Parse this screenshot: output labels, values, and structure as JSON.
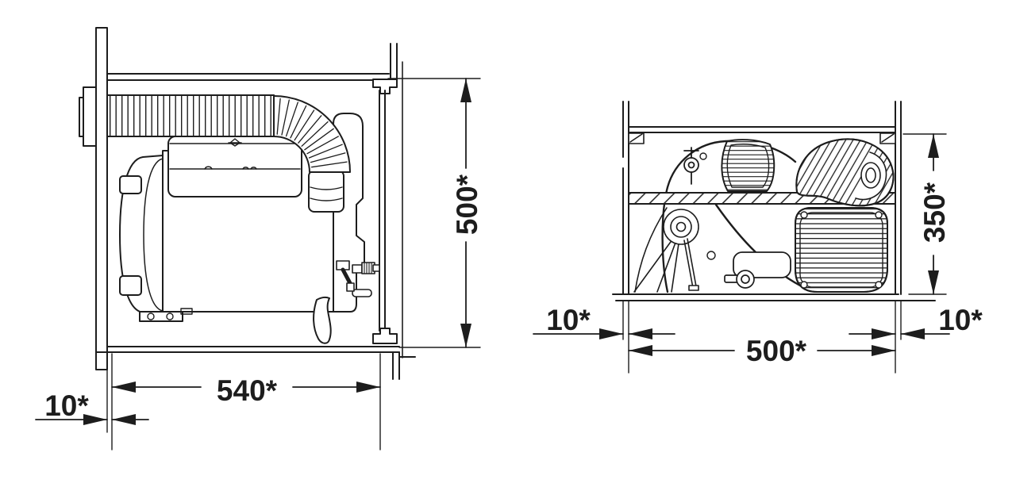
{
  "figure": {
    "type": "technical-installation-drawing",
    "background_color": "#ffffff",
    "line_color": "#1d1d1d",
    "views": 2
  },
  "dimensions": {
    "side_height": "500*",
    "side_width": "540*",
    "side_wall_thickness": "10*",
    "top_depth": "350*",
    "top_width": "500*",
    "top_clearance_left": "10*",
    "top_clearance_right": "10*"
  }
}
